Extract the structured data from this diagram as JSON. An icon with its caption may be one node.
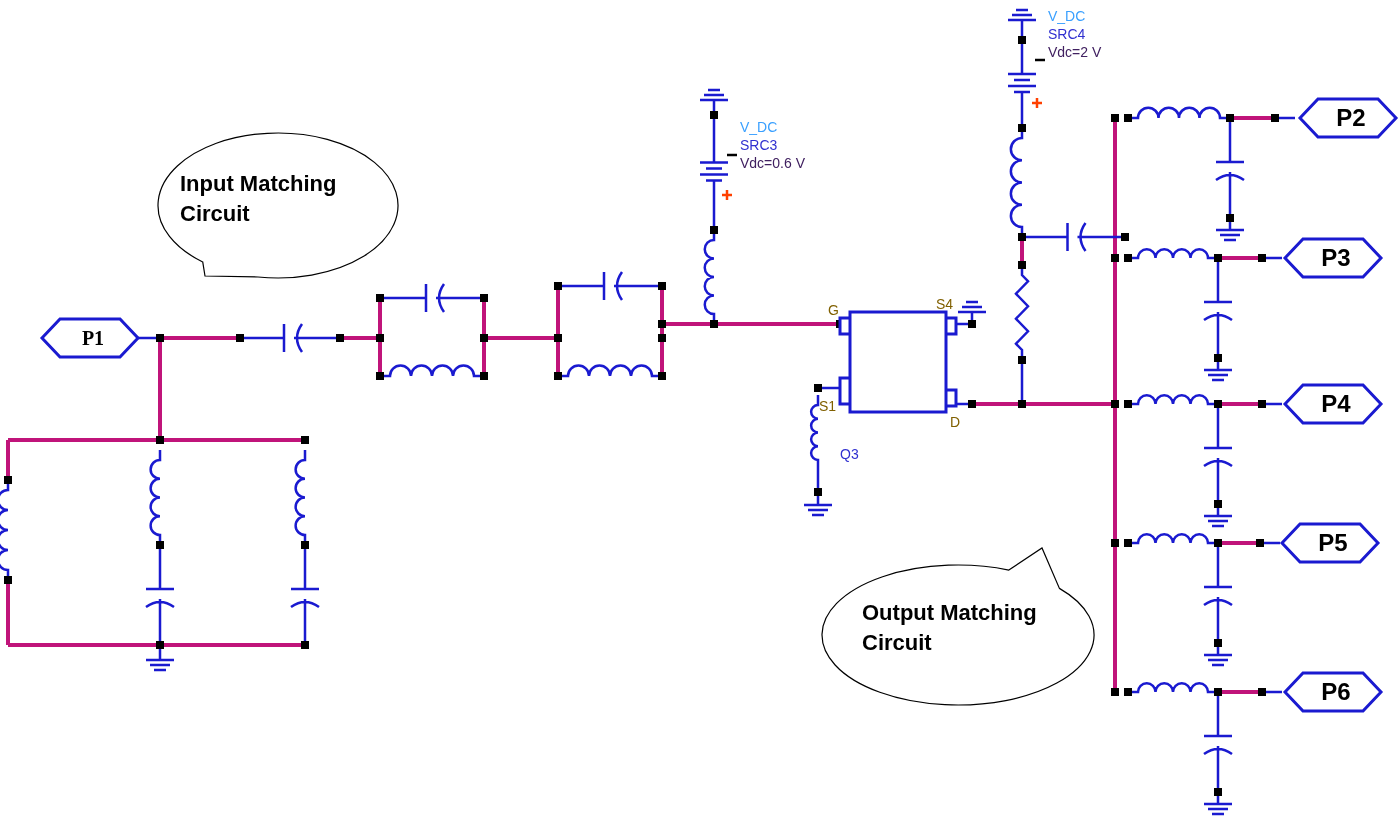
{
  "diagram": {
    "nodes": [
      {
        "text": [
          "Input Matching Circuit"
        ]
      },
      {
        "text": [
          "P1"
        ]
      },
      {
        "text": [],
        "shape": "box",
        "beside": [
          "G",
          "S4",
          "S1",
          "D",
          "Q3"
        ]
      },
      {
        "text": [
          "P2"
        ]
      },
      {
        "text": [
          "P3"
        ]
      },
      {
        "text": [
          "P4"
        ]
      },
      {
        "text": [
          "P5"
        ]
      },
      {
        "text": [
          "Output Matching Circuit"
        ]
      },
      {
        "text": [
          "P6"
        ]
      }
    ],
    "edges": [],
    "labels": [
      "V_DC",
      "SRC4",
      "Vdc=2 V",
      "V_DC",
      "SRC3",
      "Vdc=0.6 V"
    ]
  }
}
